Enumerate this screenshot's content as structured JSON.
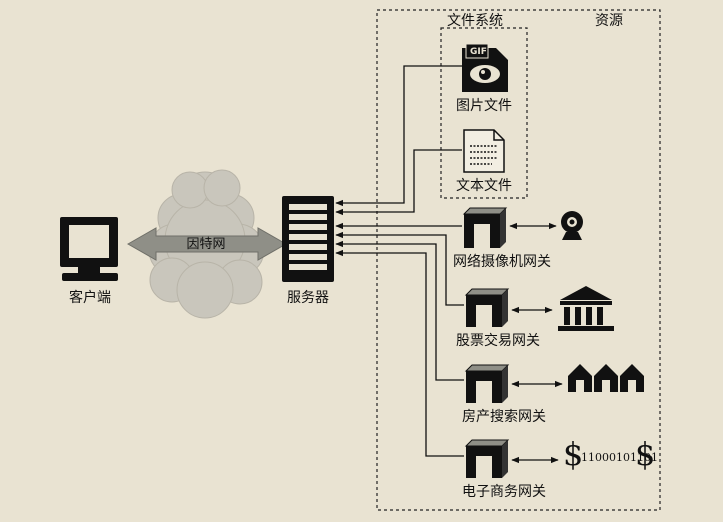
{
  "labels": {
    "file_system": "文件系统",
    "resources": "资源",
    "image_file": "图片文件",
    "gif_tag": "GIF",
    "text_file": "文本文件",
    "internet": "因特网",
    "client": "客户端",
    "server": "服务器",
    "webcam_gateway": "网络摄像机网关",
    "stock_gateway": "股票交易网关",
    "realestate_gateway": "房产搜索网关",
    "ecommerce_gateway": "电子商务网关",
    "money_digits": "11000101101",
    "dollar_left": "$",
    "dollar_right": "$"
  },
  "icons": {
    "client": "computer-monitor-icon",
    "server": "server-tower-icon",
    "internet": "cloud-icon",
    "image_file": "eye-image-file-icon",
    "text_file": "text-document-icon",
    "gateway": "gateway-box-icon",
    "webcam": "webcam-icon",
    "stock": "bank-building-icon",
    "houses": "houses-icon"
  },
  "colors": {
    "background": "#e9e3d2",
    "cloud": "#c9c6bc",
    "internet_band": "#8f8f87",
    "ink": "#111111"
  }
}
